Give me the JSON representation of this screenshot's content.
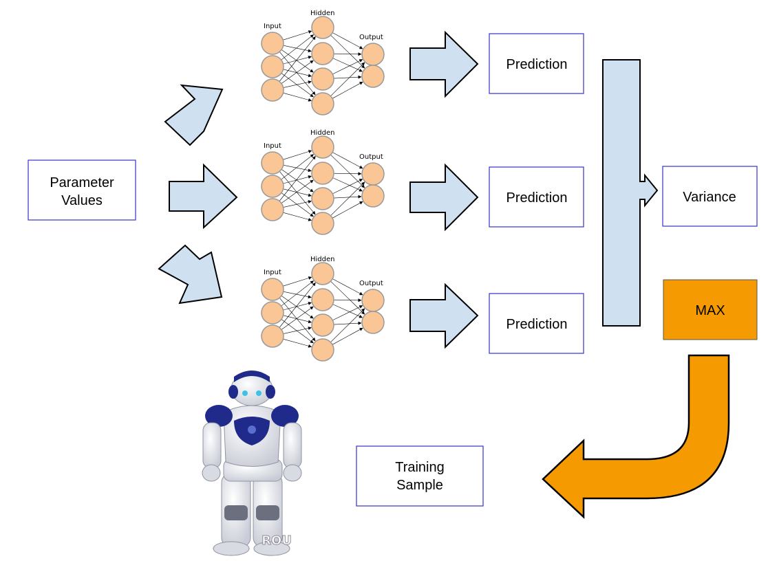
{
  "nets": [
    {
      "input_label": "Input",
      "hidden_label": "Hidden",
      "output_label": "Output"
    },
    {
      "input_label": "Input",
      "hidden_label": "Hidden",
      "output_label": "Output"
    },
    {
      "input_label": "Input",
      "hidden_label": "Hidden",
      "output_label": "Output"
    }
  ],
  "boxes": {
    "parameter_line1": "Parameter",
    "parameter_line2": "Values",
    "prediction_1": "Prediction",
    "prediction_2": "Prediction",
    "prediction_3": "Prediction",
    "variance": "Variance",
    "max": "MAX",
    "training_line1": "Training",
    "training_line2": "Sample"
  },
  "watermark": "ROU",
  "colors": {
    "box_border": "#3333cc",
    "arrow_fill": "#cfe0f1",
    "node_fill": "#fbc696",
    "max_fill": "#f59a00",
    "orange_arrow": "#f59a00",
    "robot_blue": "#1f2a8a"
  }
}
